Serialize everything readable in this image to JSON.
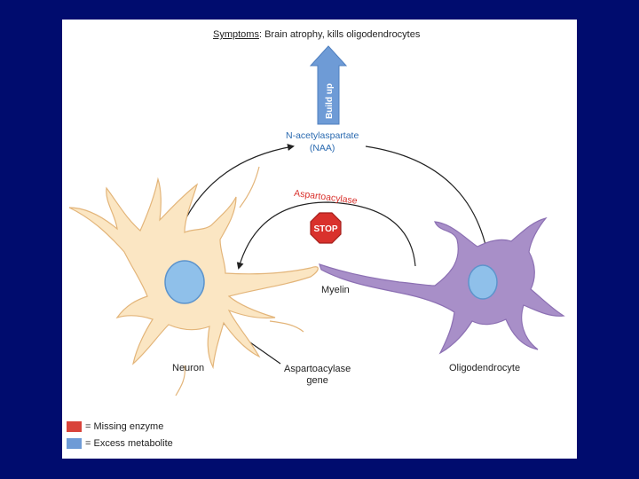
{
  "symptoms": {
    "prefix": "Symptoms",
    "text": ": Brain atrophy, kills oligodendrocytes"
  },
  "buildup_label": "Build up",
  "metabolite": {
    "line1": "N-acetylaspartate",
    "line2": "(NAA)"
  },
  "enzyme_label": "Aspartoacylase",
  "stop_label": "STOP",
  "labels": {
    "myelin": "Myelin",
    "neuron": "Neuron",
    "gene_line1": "Aspartoacylase",
    "gene_line2": "gene",
    "oligodendrocyte": "Oligodendrocyte"
  },
  "legend": [
    {
      "color": "#d9433a",
      "text": "= Missing enzyme"
    },
    {
      "color": "#6e9bd6",
      "text": "= Excess metabolite"
    }
  ],
  "colors": {
    "slide_background": "#000c6e",
    "neuron_fill": "#fbe6c3",
    "neuron_outline": "#e3b57a",
    "oligodendrocyte_fill": "#a88fc8",
    "nucleus_fill": "#8fc0ea",
    "buildup_arrow": "#6e9bd6",
    "stop_sign": "#d9312c"
  }
}
